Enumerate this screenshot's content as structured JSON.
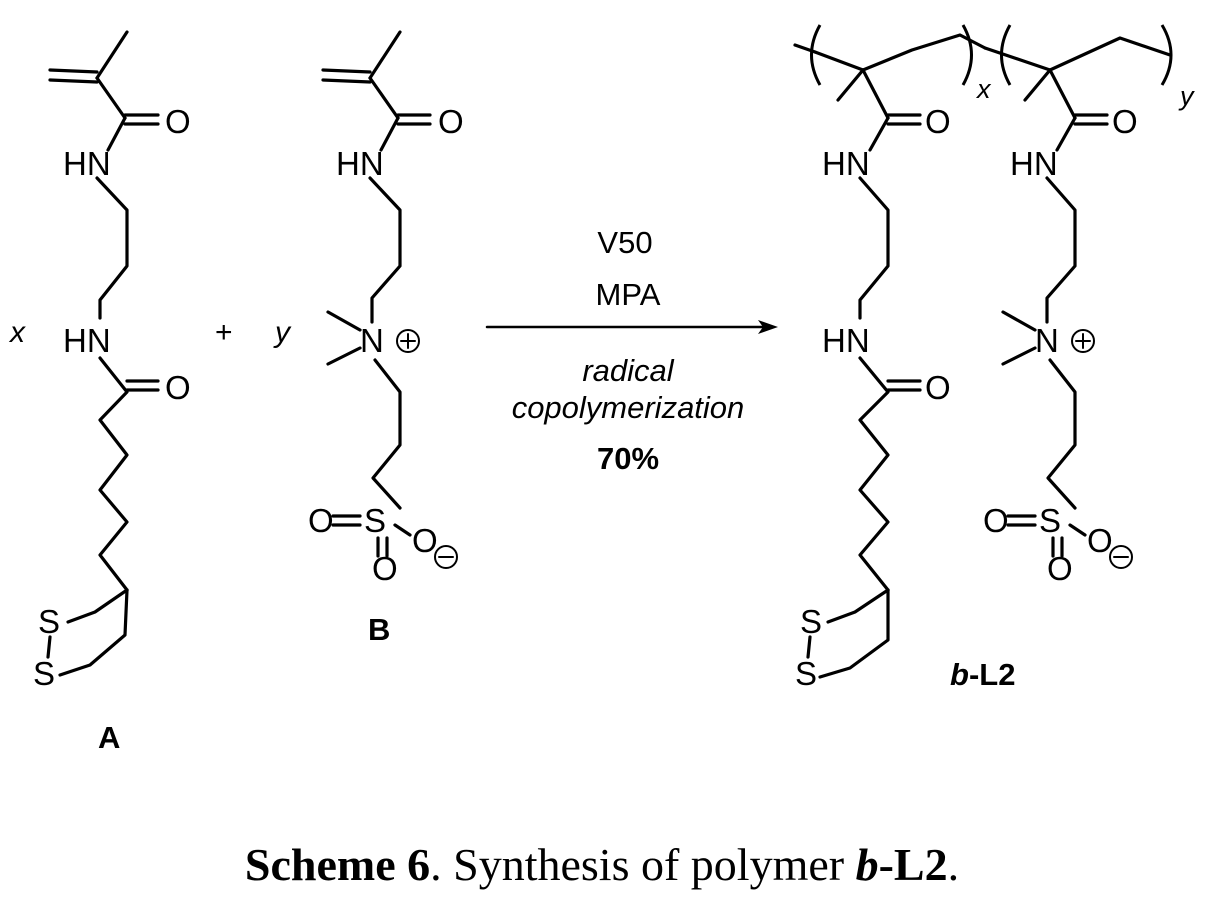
{
  "caption": {
    "prefix": "Scheme 6",
    "middle": ". Synthesis of polymer ",
    "compound_i": "b",
    "compound_rest": "-L2",
    "end": "."
  },
  "monomer_a": {
    "label": "A",
    "coefficient": "x",
    "atoms": {
      "o1": "O",
      "nh1": "HN",
      "nh2": "HN",
      "o2": "O",
      "s1": "S",
      "s2": "S"
    }
  },
  "monomer_b": {
    "label": "B",
    "coefficient": "y",
    "atoms": {
      "o1": "O",
      "nh": "HN",
      "n": "N",
      "s": "S",
      "o_left": "O",
      "o_bottom": "O",
      "o_right": "O"
    }
  },
  "plus": "+",
  "conditions": {
    "line1": "V50",
    "line2": "MPA",
    "line3": "radical",
    "line4": "copolymerization",
    "yield": "70%"
  },
  "product": {
    "label_i": "b",
    "label_rest": "-L2",
    "sub_x": "x",
    "sub_y": "y",
    "atoms": {
      "o1": "O",
      "nh1": "HN",
      "nh2": "HN",
      "o2": "O",
      "s1": "S",
      "s2": "S",
      "o3": "O",
      "nh3": "HN",
      "n": "N",
      "s": "S",
      "o_left": "O",
      "o_bottom": "O",
      "o_right": "O"
    }
  }
}
